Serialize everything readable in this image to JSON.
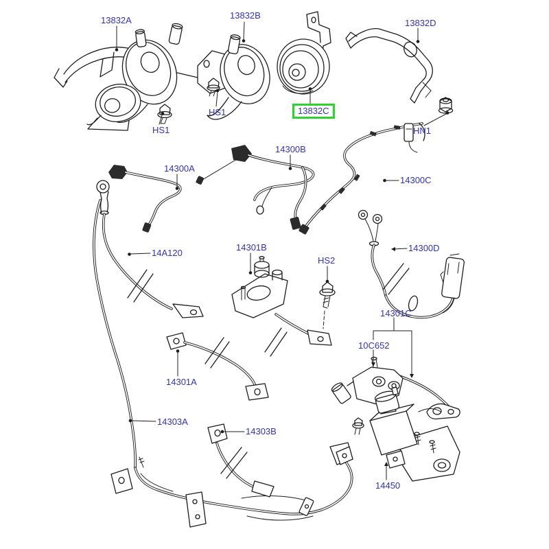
{
  "diagram": {
    "description": "Exploded parts diagram: horns, horn brackets, battery cables and wiring assemblies",
    "colors": {
      "background": "#ffffff",
      "label_text": "#3333ad",
      "line_art": "#1c1c1c",
      "highlight_box": "#2fd32f"
    },
    "highlighted_part": "13832C",
    "labels": [
      {
        "id": "13832A",
        "text": "13832A",
        "highlighted": false
      },
      {
        "id": "13832B",
        "text": "13832B",
        "highlighted": false
      },
      {
        "id": "13832D",
        "text": "13832D",
        "highlighted": false
      },
      {
        "id": "13832C",
        "text": "13832C",
        "highlighted": true
      },
      {
        "id": "HS1-left",
        "text": "HS1",
        "highlighted": false
      },
      {
        "id": "HS1-right",
        "text": "HS1",
        "highlighted": false
      },
      {
        "id": "HN1",
        "text": "HN1",
        "highlighted": false
      },
      {
        "id": "14300A",
        "text": "14300A",
        "highlighted": false
      },
      {
        "id": "14300B",
        "text": "14300B",
        "highlighted": false
      },
      {
        "id": "14300C",
        "text": "14300C",
        "highlighted": false
      },
      {
        "id": "14A120",
        "text": "14A120",
        "highlighted": false
      },
      {
        "id": "14301B",
        "text": "14301B",
        "highlighted": false
      },
      {
        "id": "HS2",
        "text": "HS2",
        "highlighted": false
      },
      {
        "id": "14300D",
        "text": "14300D",
        "highlighted": false
      },
      {
        "id": "14301C",
        "text": "14301C",
        "highlighted": false
      },
      {
        "id": "10C652",
        "text": "10C652",
        "highlighted": false
      },
      {
        "id": "14301A",
        "text": "14301A",
        "highlighted": false
      },
      {
        "id": "14303A",
        "text": "14303A",
        "highlighted": false
      },
      {
        "id": "14303B",
        "text": "14303B",
        "highlighted": false
      },
      {
        "id": "14450",
        "text": "14450",
        "highlighted": false
      }
    ]
  }
}
